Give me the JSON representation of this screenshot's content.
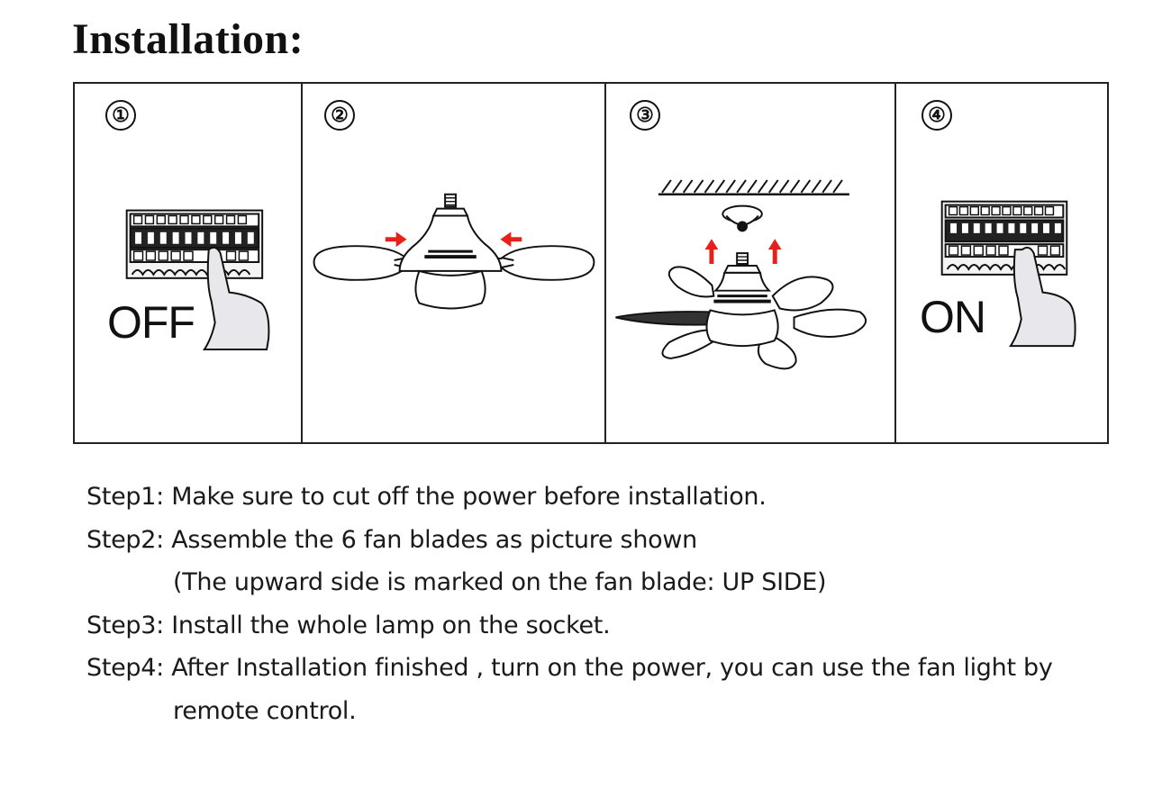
{
  "page": {
    "title": "Installation:"
  },
  "panels": [
    {
      "number": "①",
      "label": "OFF"
    },
    {
      "number": "②"
    },
    {
      "number": "③"
    },
    {
      "number": "④",
      "label": "ON"
    }
  ],
  "steps": [
    "Step1: Make sure to cut off the power before installation.",
    "Step2: Assemble the 6 fan blades as picture shown",
    "(The upward side is marked on the fan blade:  UP SIDE)",
    "Step3: Install the whole lamp on the socket.",
    "Step4: After Installation finished , turn on the power, you can use the fan light by",
    "remote control."
  ],
  "colors": {
    "arrow": "#e8201c",
    "line": "#111111"
  }
}
